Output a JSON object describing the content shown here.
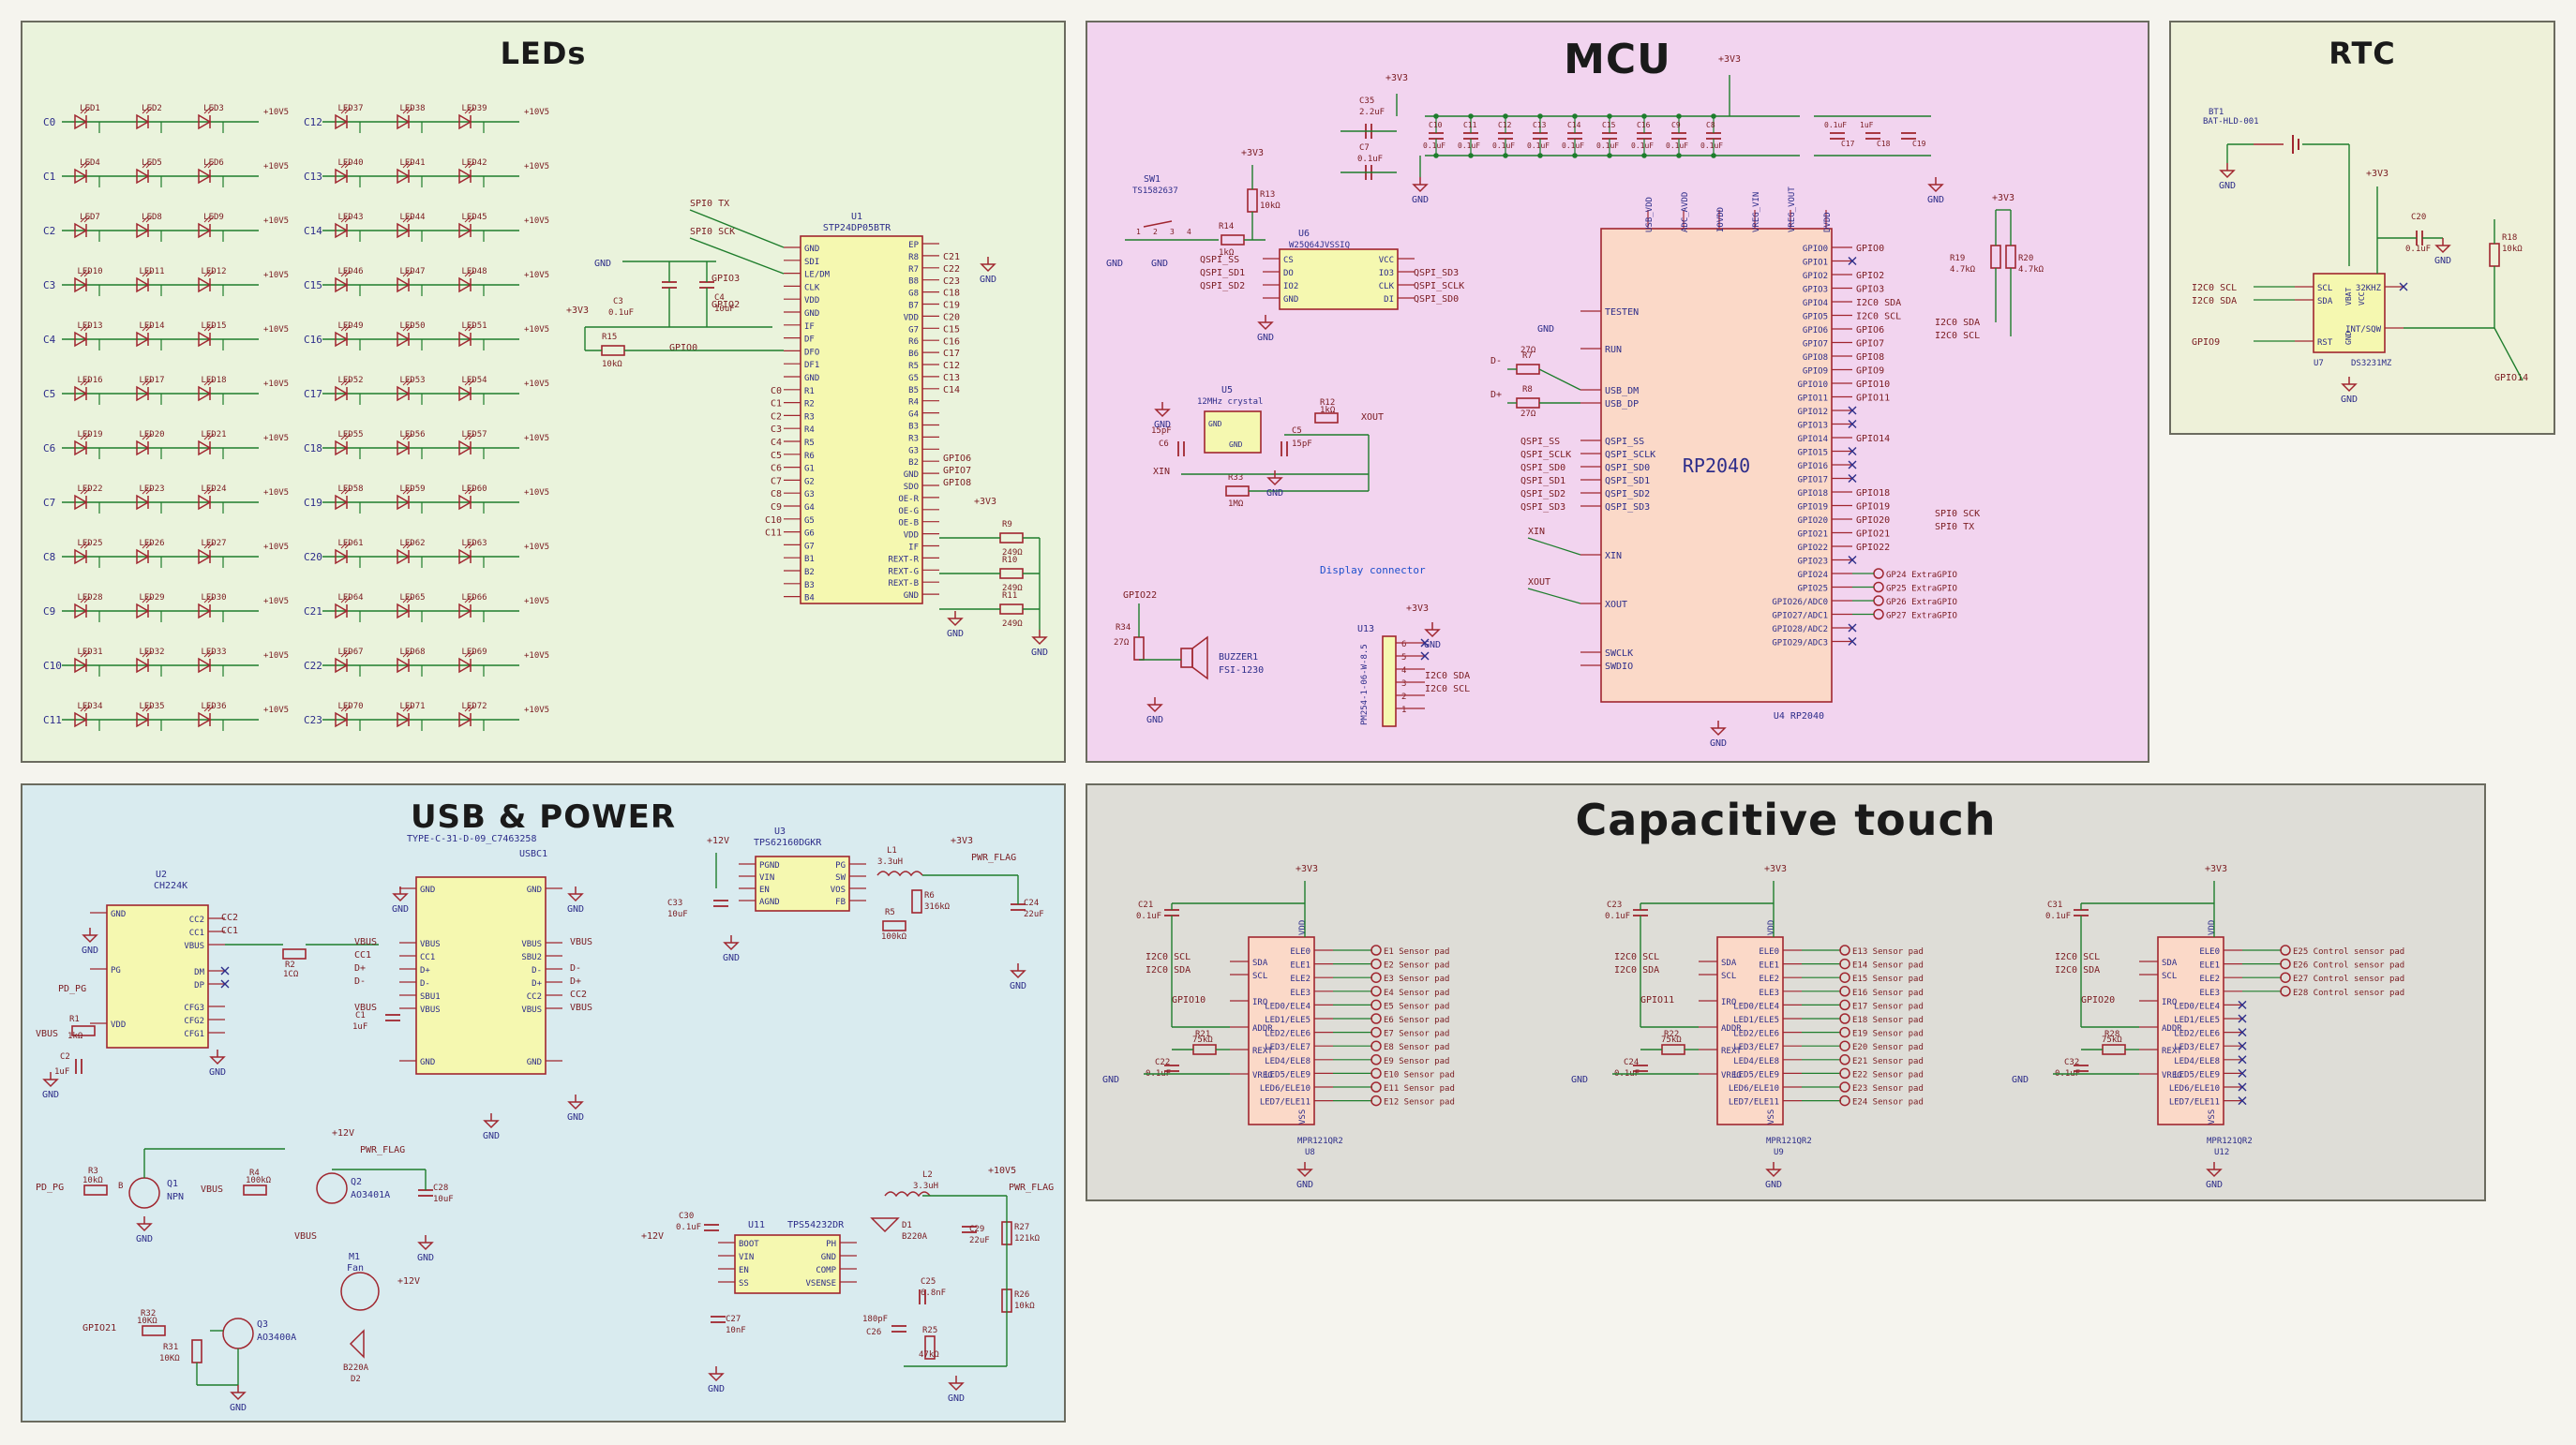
{
  "panels": {
    "leds": {
      "title": "LEDs",
      "bg": "#eaf3dc"
    },
    "mcu": {
      "title": "MCU",
      "bg": "#f2d4ef"
    },
    "rtc": {
      "title": "RTC",
      "bg": "#eef1d9"
    },
    "usb": {
      "title": "USB & POWER",
      "bg": "#d9ebef"
    },
    "touch": {
      "title": "Capacitive touch",
      "bg": "#deddd7"
    }
  },
  "colors": {
    "wire": "#1e7d2c",
    "pin": "#a0262f",
    "body_fill": "#f5f8b0",
    "mcu_fill": "#fbd9c8",
    "text": "#2d2d8a",
    "label": "#7a1b20"
  },
  "leds": {
    "left_cols": [
      [
        "LED1",
        "LED2",
        "LED3"
      ],
      [
        "LED4",
        "LED5",
        "LED6"
      ],
      [
        "LED7",
        "LED8",
        "LED9"
      ],
      [
        "LED10",
        "LED11",
        "LED12"
      ],
      [
        "LED13",
        "LED14",
        "LED15"
      ],
      [
        "LED16",
        "LED17",
        "LED18"
      ],
      [
        "LED19",
        "LED20",
        "LED21"
      ],
      [
        "LED22",
        "LED23",
        "LED24"
      ],
      [
        "LED25",
        "LED26",
        "LED27"
      ],
      [
        "LED28",
        "LED29",
        "LED30"
      ],
      [
        "LED31",
        "LED32",
        "LED33"
      ],
      [
        "LED34",
        "LED35",
        "LED36"
      ]
    ],
    "right_cols": [
      [
        "LED37",
        "LED38",
        "LED39"
      ],
      [
        "LED40",
        "LED41",
        "LED42"
      ],
      [
        "LED43",
        "LED44",
        "LED45"
      ],
      [
        "LED46",
        "LED47",
        "LED48"
      ],
      [
        "LED49",
        "LED50",
        "LED51"
      ],
      [
        "LED52",
        "LED53",
        "LED54"
      ],
      [
        "LED55",
        "LED56",
        "LED57"
      ],
      [
        "LED58",
        "LED59",
        "LED60"
      ],
      [
        "LED61",
        "LED62",
        "LED63"
      ],
      [
        "LED64",
        "LED65",
        "LED66"
      ],
      [
        "LED67",
        "LED68",
        "LED69"
      ],
      [
        "LED70",
        "LED71",
        "LED72"
      ]
    ],
    "left_nets": [
      "C0",
      "C1",
      "C2",
      "C3",
      "C4",
      "C5",
      "C6",
      "C7",
      "C8",
      "C9",
      "C10",
      "C11"
    ],
    "right_nets": [
      "C12",
      "C13",
      "C14",
      "C15",
      "C16",
      "C17",
      "C18",
      "C19",
      "C20",
      "C21",
      "C22",
      "C23"
    ],
    "supply": "+10V5",
    "driver": {
      "ref": "U1",
      "part": "STP24DP05BTR",
      "left_pins": [
        "GND",
        "SDI",
        "LE/DM",
        "CLK",
        "VDD",
        "GND",
        "IF",
        "DF",
        "DFO",
        "DF1",
        "GND",
        "R1",
        "R2",
        "R3",
        "R4",
        "R5",
        "R6",
        "G1",
        "G2",
        "G3",
        "G4",
        "G5",
        "G6",
        "G7",
        "B1",
        "B2",
        "B3",
        "B4"
      ],
      "right_pins": [
        "EP",
        "R8",
        "R7",
        "B8",
        "G8",
        "B7",
        "VDD",
        "G7",
        "R6",
        "B6",
        "R5",
        "G5",
        "B5",
        "R4",
        "G4",
        "B3",
        "R3",
        "G3",
        "B2",
        "GND",
        "SDO",
        "OE-R",
        "OE-G",
        "OE-B",
        "VDD",
        "IF",
        "REXT-R",
        "REXT-G",
        "REXT-B",
        "GND"
      ],
      "right_nets": [
        "C21",
        "C22",
        "C23",
        "C18",
        "C19",
        "C20",
        "C15",
        "C16",
        "C17",
        "C12",
        "C13",
        "C14"
      ],
      "left_nets": [
        "C0",
        "C1",
        "C2",
        "C3",
        "C4",
        "C5",
        "C6",
        "C7",
        "C8",
        "C9",
        "C10",
        "C11"
      ],
      "gpio_right": [
        "GPIO6",
        "GPIO7",
        "GPIO8"
      ],
      "r9": "R9",
      "r9v": "249Ω",
      "r10": "R10",
      "r10v": "249Ω",
      "r11": "R11",
      "r11v": "249Ω",
      "spi_tx": "SPI0 TX",
      "spi_sck": "SPI0 SCK",
      "gpio3": "GPIO3",
      "gpio2": "GPIO2",
      "gpio0": "GPIO0",
      "c3": "C3",
      "c3v": "0.1uF",
      "c4": "C4",
      "c4v": "10uF",
      "r15": "R15",
      "r15v": "10kΩ",
      "v33": "+3V3",
      "gnd": "GND"
    }
  },
  "mcu": {
    "title": "MCU",
    "chip": {
      "name": "RP2040",
      "ref": "U4",
      "part": "RP2040"
    },
    "left_pins": [
      "TESTEN",
      "RUN",
      "USB_DM",
      "USB_DP",
      "QSPI_SS",
      "QSPI_SCLK",
      "QSPI_SD0",
      "QSPI_SD1",
      "QSPI_SD2",
      "QSPI_SD3",
      "XIN",
      "XOUT",
      "SWCLK",
      "SWDIO"
    ],
    "top_pins": [
      "USB_VDD",
      "ADC_AVDD",
      "IOVDD",
      "VREG_VIN",
      "VREG_VOUT",
      "DVDD"
    ],
    "right_pins": [
      "GPIO0",
      "GPIO1",
      "GPIO2",
      "GPIO3",
      "GPIO4",
      "GPIO5",
      "GPIO6",
      "GPIO7",
      "GPIO8",
      "GPIO9",
      "GPIO10",
      "GPIO11",
      "GPIO12",
      "GPIO13",
      "GPIO14",
      "GPIO15",
      "GPIO16",
      "GPIO17",
      "GPIO18",
      "GPIO19",
      "GPIO20",
      "GPIO21",
      "GPIO22",
      "GPIO23",
      "GPIO24",
      "GPIO25",
      "GPIO26/ADC0",
      "GPIO27/ADC1",
      "GPIO28/ADC2",
      "GPIO29/ADC3"
    ],
    "right_nets": [
      "GPIO0",
      "",
      "GPIO2",
      "GPIO3",
      "I2C0 SDA",
      "I2C0 SCL",
      "GPIO6",
      "GPIO7",
      "GPIO8",
      "GPIO9",
      "GPIO10",
      "GPIO11",
      "",
      "",
      "GPIO14",
      "",
      "",
      "",
      "GPIO18",
      "GPIO19",
      "GPIO20",
      "GPIO21",
      "GPIO22",
      "",
      "GP24 ExtraGPIO",
      "GP25 ExtraGPIO",
      "GP26 ExtraGPIO",
      "GP27 ExtraGPIO",
      "",
      ""
    ],
    "spi_right": [
      "SPI0 SCK",
      "SPI0 TX"
    ],
    "i2c_right": [
      "I2C0 SDA",
      "I2C0 SCL"
    ],
    "r19": "R19",
    "r19v": "4.7kΩ",
    "r20": "R20",
    "r20v": "4.7kΩ",
    "flash": {
      "ref": "U6",
      "part": "W25Q64JVSSIQ",
      "pins_l": [
        "CS",
        "DO",
        "IO2",
        "GND"
      ],
      "pins_r": [
        "VCC",
        "IO3",
        "CLK",
        "DI"
      ],
      "nets_l": [
        "QSPI_SS",
        "QSPI_SD1",
        "QSPI_SD2"
      ],
      "nets_r": [
        "QSPI_SD3",
        "QSPI_SCLK",
        "QSPI_SD0"
      ]
    },
    "sw": {
      "ref": "SW1",
      "part": "TS1582637",
      "r": "R14",
      "rv": "1kΩ",
      "r13": "R13",
      "r13v": "10kΩ"
    },
    "crystal": {
      "ref": "U5",
      "part": "12MHz crystal",
      "c6": "C6",
      "c6v": "15pF",
      "c5": "C5",
      "c5v": "15pF",
      "r33": "R33",
      "r33v": "1MΩ",
      "r12": "R12",
      "r12v": "1kΩ",
      "xin": "XIN",
      "xout": "XOUT"
    },
    "caps_top": [
      "C10",
      "C11",
      "C12",
      "C13",
      "C14",
      "C15",
      "C16",
      "C9",
      "C8"
    ],
    "caps_top_v": "0.1uF",
    "c35": "C35",
    "c35v": "2.2uF",
    "c7": "C7",
    "c7v": "0.1uF",
    "c17": "C17",
    "c18": "C18",
    "c19": "C19",
    "c1v": "1uF",
    "usb_d": [
      "D-",
      "D+"
    ],
    "r7": "R7",
    "r7v": "27Ω",
    "r8": "R8",
    "r8v": "27Ω",
    "buzzer": {
      "ref": "BUZZER1",
      "part": "FSI-1230",
      "r": "R34",
      "rv": "27Ω",
      "net": "GPIO22"
    },
    "display": {
      "title": "Display connector",
      "ref": "U13",
      "part": "PM254-1-06-W-8.5",
      "nets": [
        "I2C0 SDA",
        "I2C0 SCL"
      ]
    },
    "v33": "+3V3",
    "gnd": "GND"
  },
  "rtc": {
    "battery": {
      "ref": "BT1",
      "part": "BAT-HLD-001"
    },
    "chip": {
      "ref": "U7",
      "part": "DS3231MZ",
      "pins_l": [
        "SCL",
        "SDA",
        "RST"
      ],
      "pins_r": [
        "32KHZ",
        "INT/SQW"
      ],
      "top": [
        "VBAT",
        "VCC"
      ],
      "bottom": "GND"
    },
    "nets_l": [
      "I2C0 SCL",
      "I2C0 SDA",
      "GPIO9"
    ],
    "net_r": "GPIO14",
    "c20": "C20",
    "c20v": "0.1uF",
    "r18": "R18",
    "r18v": "10kΩ",
    "v33": "+3V3",
    "gnd": "GND"
  },
  "usb": {
    "ch224": {
      "ref": "U2",
      "part": "CH224K",
      "pins_l": [
        "GND",
        "PG",
        "VDD"
      ],
      "pins_r": [
        "CC2",
        "CC1",
        "VBUS",
        "DM",
        "DP",
        "CFG3",
        "CFG2",
        "CFG1"
      ],
      "nets": [
        "CC2",
        "CC1"
      ]
    },
    "usbc": {
      "ref": "USBC1",
      "part": "TYPE-C-31-D-09_C7463258",
      "pins_l": [
        "GND",
        "VBUS",
        "CC1",
        "D+",
        "D-",
        "SBU1",
        "VBUS",
        "GND"
      ],
      "pins_r": [
        "GND",
        "VBUS",
        "SBU2",
        "D-",
        "D+",
        "CC2",
        "VBUS",
        "GND"
      ],
      "nets_l": [
        "VBUS",
        "CC1",
        "D+",
        "D-",
        "VBUS"
      ],
      "nets_r": [
        "VBUS",
        "D-",
        "D+",
        "CC2",
        "VBUS"
      ]
    },
    "buck1": {
      "ref": "U3",
      "part": "TPS62160DGKR",
      "pins_l": [
        "PGND",
        "VIN",
        "EN",
        "AGND"
      ],
      "pins_r": [
        "PG",
        "SW",
        "VOS",
        "FB"
      ],
      "l1": "L1",
      "l1v": "3.3uH",
      "r6": "R6",
      "r6v": "316kΩ",
      "r5": "R5",
      "r5v": "100kΩ",
      "c24": "C24",
      "c24v": "22uF",
      "c33": "C33",
      "c33v": "10uF",
      "out": "+3V3",
      "in": "+12V",
      "flag": "PWR_FLAG"
    },
    "buck2": {
      "ref": "U11",
      "part": "TPS54232DR",
      "pins_l": [
        "BOOT",
        "VIN",
        "EN",
        "SS"
      ],
      "pins_r": [
        "PH",
        "GND",
        "COMP",
        "VSENSE"
      ],
      "l2": "L2",
      "l2v": "3.3uH",
      "d1": "D1",
      "d1v": "B220A",
      "r27": "R27",
      "r27v": "121kΩ",
      "r26": "R26",
      "r26v": "10kΩ",
      "c25": "C25",
      "c25v": "6.8nF",
      "r25": "R25",
      "r25v": "47kΩ",
      "c26": "C26",
      "c26v": "180pF",
      "c29": "C29",
      "c29v": "22uF",
      "c30": "C30",
      "c30v": "0.1uF",
      "c27": "C27",
      "c27v": "10nF",
      "out": "+10V5",
      "in": "+12V",
      "flag": "PWR_FLAG"
    },
    "q1": {
      "ref": "Q1",
      "part": "NPN",
      "r3": "R3",
      "r3v": "10kΩ",
      "r4": "R4",
      "r4v": "100kΩ",
      "net": "PD_PG"
    },
    "q2": {
      "ref": "Q2",
      "part": "AO3401A"
    },
    "q3": {
      "ref": "Q3",
      "part": "AO3400A",
      "r32": "R32",
      "r32v": "10KΩ",
      "r31": "R31",
      "r31v": "10KΩ",
      "net": "GPIO21"
    },
    "fan": {
      "ref": "M1",
      "part": "Fan",
      "d2": "D2",
      "d2v": "B220A"
    },
    "c28": "C28",
    "c28v": "10uF",
    "c1": "C1",
    "c1v": "1uF",
    "c2": "C2",
    "c2v": "1uF",
    "r1": "R1",
    "r1v": "1kΩ",
    "r2": "R2",
    "r2v": "1CΩ",
    "v12": "+12V",
    "vbus": "VBUS",
    "gnd": "GND",
    "pd": "PD_PG",
    "flag": "PWR_FLAG"
  },
  "touch": {
    "chips": [
      {
        "ref": "U8",
        "part": "MPR121QR2",
        "addr_res": "R21",
        "addr_v": "75kΩ",
        "cap_a": "C21",
        "cap_b": "C22",
        "irq": "GPIO10",
        "sensors": [
          "E1 Sensor pad",
          "E2 Sensor pad",
          "E3 Sensor pad",
          "E4 Sensor pad",
          "E5 Sensor pad",
          "E6 Sensor pad",
          "E7 Sensor pad",
          "E8 Sensor pad",
          "E9 Sensor pad",
          "E10 Sensor pad",
          "E11 Sensor pad",
          "E12 Sensor pad"
        ]
      },
      {
        "ref": "U9",
        "part": "MPR121QR2",
        "addr_res": "R22",
        "addr_v": "75kΩ",
        "cap_a": "C23",
        "cap_b": "C24",
        "irq": "GPIO11",
        "sensors": [
          "E13 Sensor pad",
          "E14 Sensor pad",
          "E15 Sensor pad",
          "E16 Sensor pad",
          "E17 Sensor pad",
          "E18 Sensor pad",
          "E19 Sensor pad",
          "E20 Sensor pad",
          "E21 Sensor pad",
          "E22 Sensor pad",
          "E23 Sensor pad",
          "E24 Sensor pad"
        ]
      },
      {
        "ref": "U12",
        "part": "MPR121QR2",
        "addr_res": "R28",
        "addr_v": "75kΩ",
        "cap_a": "C31",
        "cap_b": "C32",
        "irq": "GPIO20",
        "sensors": [
          "E25 Control sensor pad",
          "E26 Control sensor pad",
          "E27 Control sensor pad",
          "E28 Control sensor pad",
          "",
          "",
          "",
          "",
          "",
          "",
          "",
          ""
        ]
      }
    ],
    "pins_l": [
      "SDA",
      "SCL",
      "IRQ",
      "ADDR",
      "REXT",
      "VREG"
    ],
    "pins_r": [
      "ELE0",
      "ELE1",
      "ELE2",
      "ELE3",
      "LED0/ELE4",
      "LED1/ELE5",
      "LED2/ELE6",
      "LED3/ELE7",
      "LED4/ELE8",
      "LED5/ELE9",
      "LED6/ELE10",
      "LED7/ELE11"
    ],
    "top": "VDD",
    "bottom": "VSS",
    "i2c": [
      "I2C0 SCL",
      "I2C0 SDA"
    ],
    "cap_v": "0.1uF",
    "v33": "+3V3",
    "gnd": "GND"
  }
}
